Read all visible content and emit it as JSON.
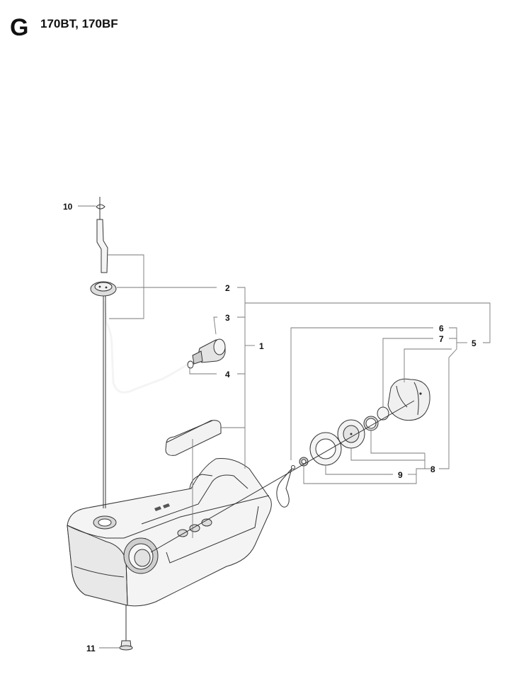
{
  "header": {
    "section_letter": "G",
    "model_title": "170BT, 170BF"
  },
  "callouts": {
    "c1": "1",
    "c2": "2",
    "c3": "3",
    "c4": "4",
    "c5": "5",
    "c6": "6",
    "c7": "7",
    "c8": "8",
    "c9": "9",
    "c10": "10",
    "c11": "11"
  },
  "colors": {
    "line_art": "#333333",
    "leader_lines": "#777777",
    "tank_fill": "#f2f2f2",
    "background": "#ffffff"
  }
}
